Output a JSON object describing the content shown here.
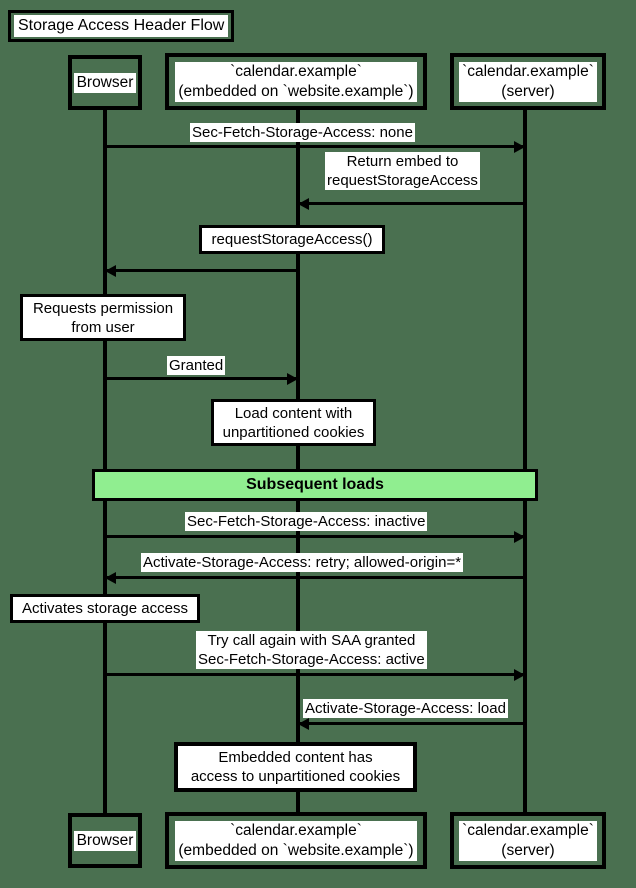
{
  "diagram": {
    "type": "sequence-diagram",
    "title": "Storage Access Header Flow",
    "background_color": "#4a7050",
    "accent_color": "#90ee90",
    "participants": [
      {
        "id": "browser",
        "label": "Browser"
      },
      {
        "id": "embed",
        "label": "`calendar.example`\n(embedded on `website.example`)"
      },
      {
        "id": "server",
        "label": "`calendar.example`\n(server)"
      }
    ],
    "messages": [
      {
        "label": "Sec-Fetch-Storage-Access: none",
        "from": "browser",
        "to": "server",
        "direction": "right"
      },
      {
        "label": "Return embed to\nrequestStorageAccess",
        "from": "server",
        "to": "embed",
        "direction": "left"
      },
      {
        "label": "requestStorageAccess()",
        "from": "embed",
        "to": "browser",
        "direction": "left",
        "boxed": true
      },
      {
        "label": "Granted",
        "from": "browser",
        "to": "embed",
        "direction": "right"
      },
      {
        "label": "Sec-Fetch-Storage-Access: inactive",
        "from": "browser",
        "to": "server",
        "direction": "right"
      },
      {
        "label": "Activate-Storage-Access: retry; allowed-origin=*",
        "from": "server",
        "to": "browser",
        "direction": "left"
      },
      {
        "label": "Try call again with SAA granted\nSec-Fetch-Storage-Access: active",
        "from": "browser",
        "to": "server",
        "direction": "right"
      },
      {
        "label": "Activate-Storage-Access: load",
        "from": "server",
        "to": "embed",
        "direction": "left"
      }
    ],
    "notes": [
      {
        "id": "note-requests-permission",
        "label": "Requests permission\nfrom user",
        "over": "browser"
      },
      {
        "id": "note-load-content",
        "label": "Load content with\nunpartitioned cookies",
        "over": "embed"
      },
      {
        "id": "note-activates-storage-access",
        "label": "Activates storage access",
        "over": "browser"
      },
      {
        "id": "note-embedded-content-access",
        "label": "Embedded content has\naccess to unpartitioned cookies",
        "over": "embed"
      }
    ],
    "sections": [
      {
        "id": "section-subsequent-loads",
        "label": "Subsequent loads",
        "color": "#90ee90"
      }
    ]
  }
}
